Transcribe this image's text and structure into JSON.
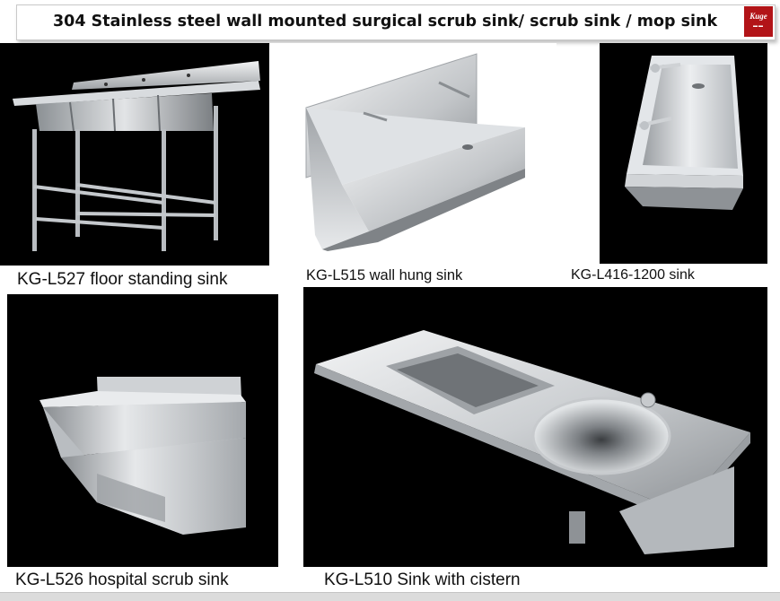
{
  "header": {
    "title": "304 Stainless steel wall mounted surgical scrub sink/ scrub sink / mop sink",
    "logo_text": "Kuge"
  },
  "products": [
    {
      "caption": "KG-L527  floor standing sink",
      "image": "floor-standing-triple-sink"
    },
    {
      "caption": "KG-L515 wall hung sink",
      "image": "wall-hung-scrub-trough"
    },
    {
      "caption": "KG-L416-1200  sink",
      "image": "wall-mounted-trough-with-taps"
    },
    {
      "caption": "KG-L526  hospital scrub sink",
      "image": "hospital-scrub-sink"
    },
    {
      "caption": "KG-L510 Sink with cistern",
      "image": "sink-with-cistern-mop-bowl"
    }
  ],
  "colors": {
    "accent": "#b21418",
    "panel_background": "#000000",
    "steel_light": "#e6e8ea",
    "steel_mid": "#a9adb1",
    "steel_dark": "#5b5f63"
  }
}
